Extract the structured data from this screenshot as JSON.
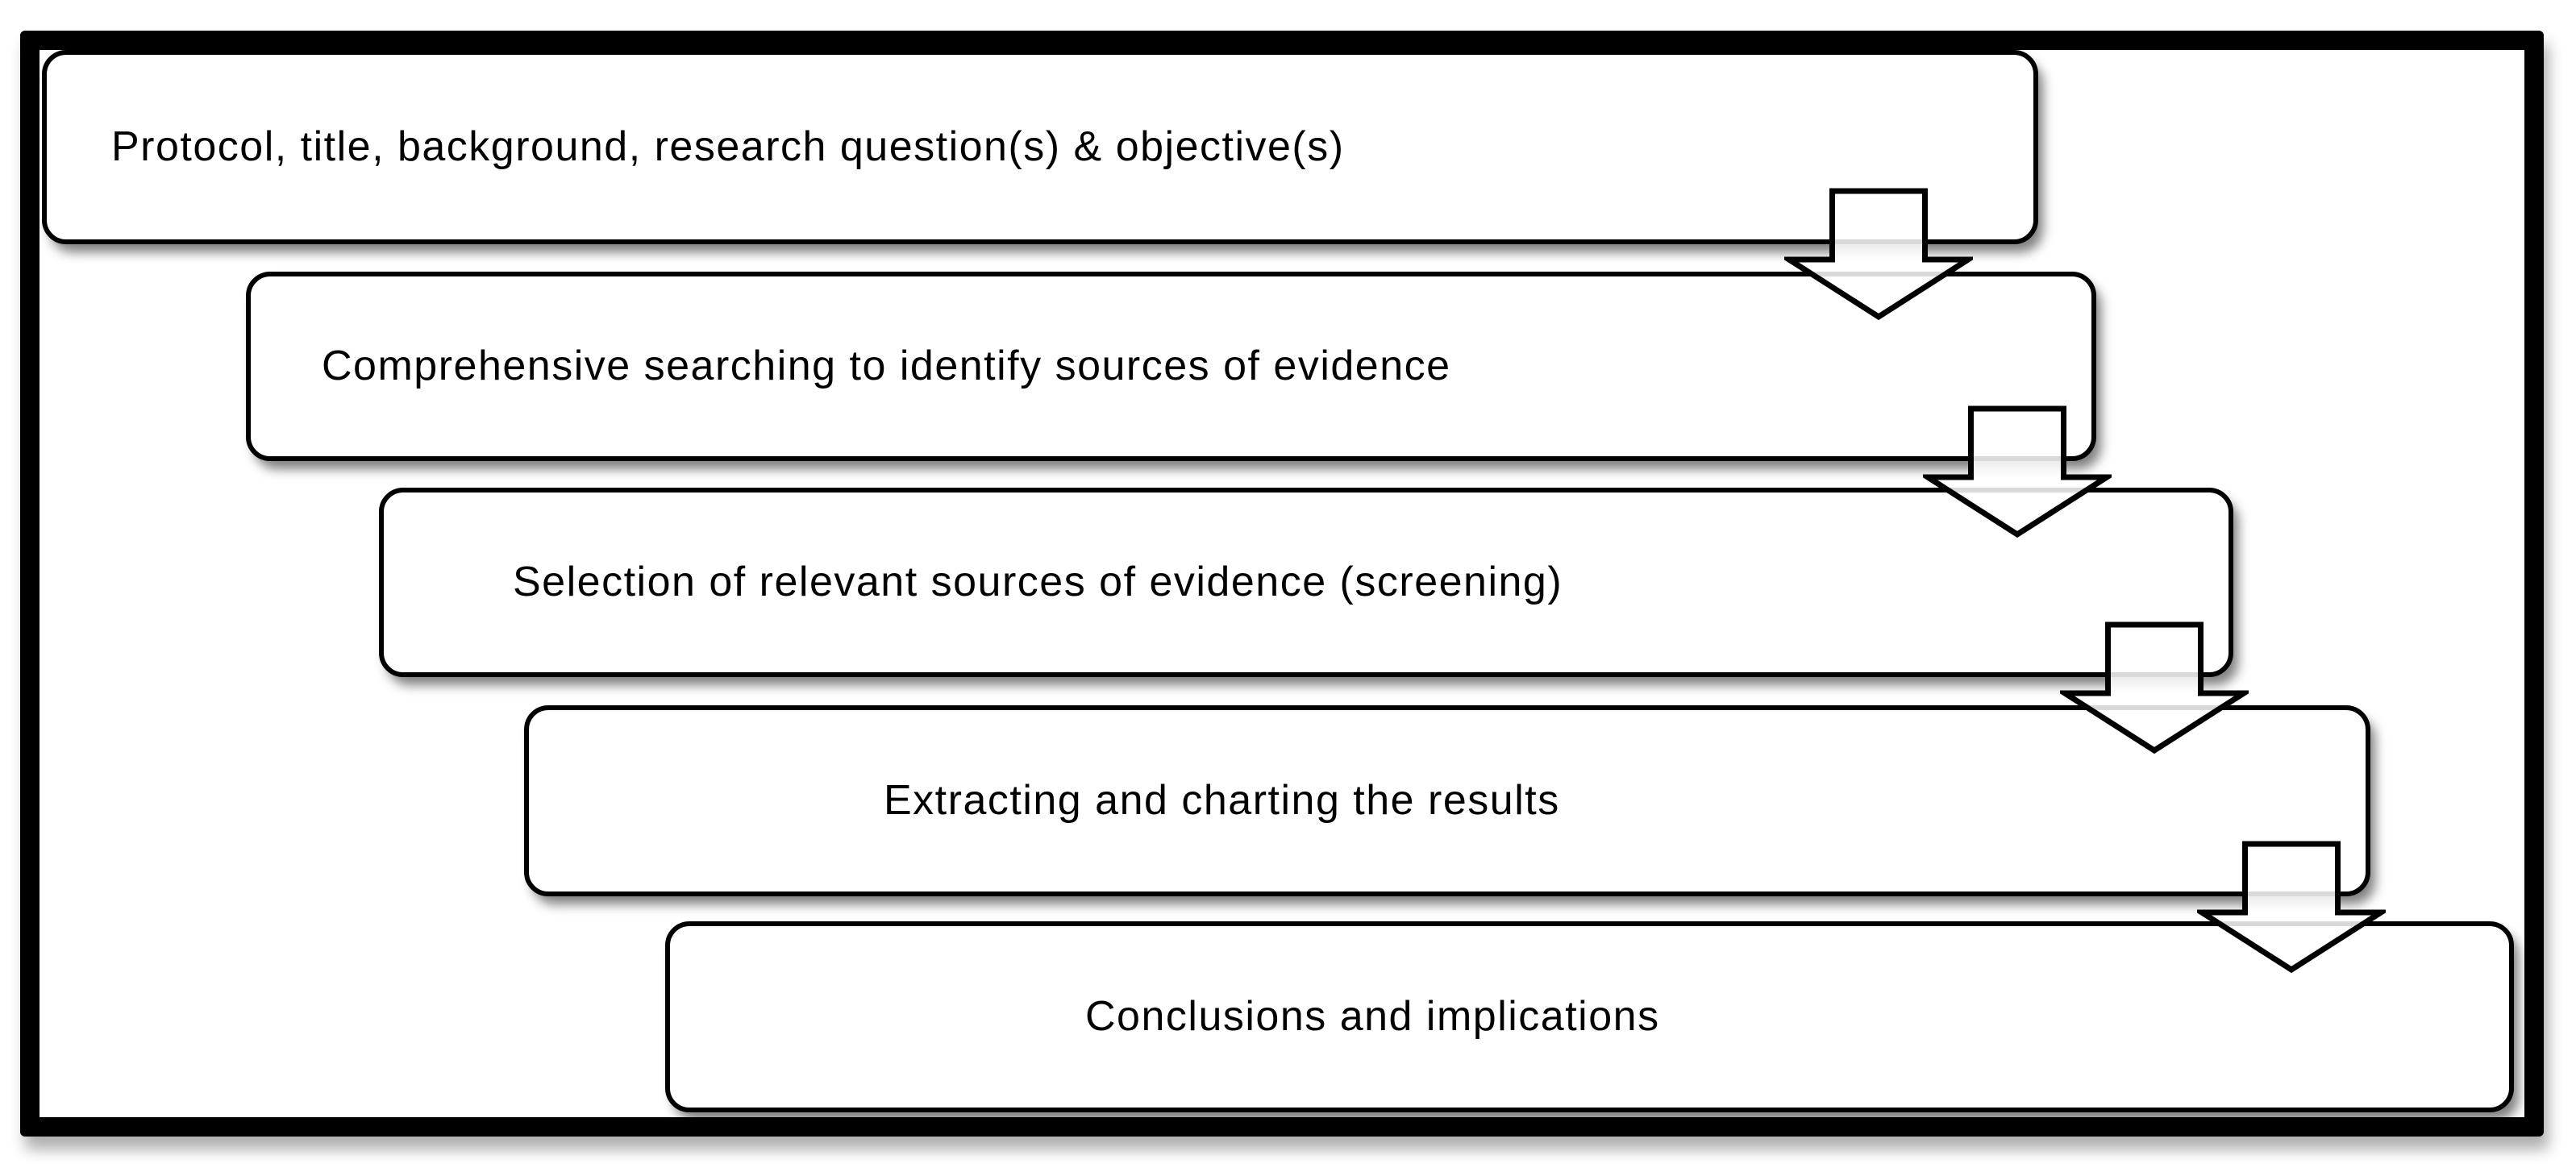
{
  "diagram": {
    "type": "flowchart-cascade",
    "steps": [
      {
        "label": "Protocol, title, background, research question(s) & objective(s)"
      },
      {
        "label": "Comprehensive searching to identify sources of evidence"
      },
      {
        "label": "Selection of relevant sources of evidence (screening)"
      },
      {
        "label": "Extracting and charting the results"
      },
      {
        "label": "Conclusions and implications"
      }
    ],
    "connector": "down-arrow",
    "colors": {
      "background": "#ffffff",
      "box_fill": "#ffffff",
      "box_border": "#000000",
      "frame_border": "#000000",
      "text": "#000000",
      "arrow_fill": "#ffffff",
      "arrow_border": "#000000"
    }
  }
}
